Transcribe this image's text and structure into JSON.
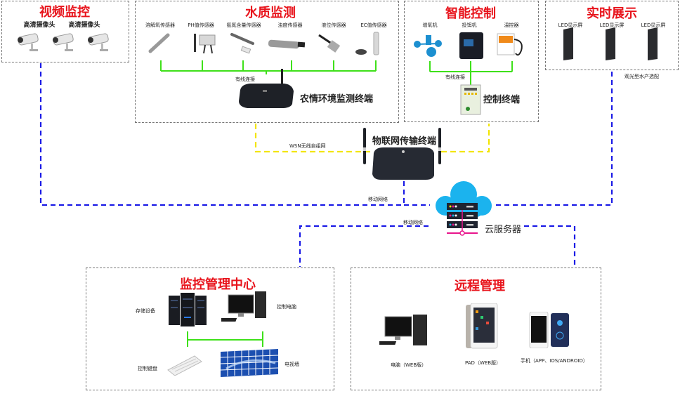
{
  "video": {
    "title": "视频监控",
    "cameras": [
      {
        "label": "高清摄像头",
        "icon": "camera-icon"
      },
      {
        "label": "高清摄像头",
        "icon": "camera-icon"
      },
      {
        "label": "",
        "icon": "camera-icon"
      }
    ]
  },
  "water": {
    "title": "水质监测",
    "sensors": [
      {
        "label": "溶解氧传感器",
        "icon": "probe-sensor-icon"
      },
      {
        "label": "PH值传感器",
        "icon": "ph-sensor-icon"
      },
      {
        "label": "氨氮含量传感器",
        "icon": "ammonia-sensor-icon"
      },
      {
        "label": "浊度传感器",
        "icon": "turbidity-sensor-icon"
      },
      {
        "label": "液位传感器",
        "icon": "level-sensor-icon"
      },
      {
        "label": "EC值传感器",
        "icon": "ec-sensor-icon"
      }
    ],
    "link_label": "有线连接",
    "terminal_label": "农情环境监测终端"
  },
  "control": {
    "title": "智能控制",
    "devices": [
      {
        "label": "增氧机",
        "icon": "aerator-icon"
      },
      {
        "label": "投饵机",
        "icon": "feeder-icon"
      },
      {
        "label": "温控器",
        "icon": "thermostat-icon"
      }
    ],
    "link_label": "有线连接",
    "terminal_label": "控制终端"
  },
  "display": {
    "title": "实时展示",
    "screens": [
      {
        "label": "LED显示屏"
      },
      {
        "label": "LED显示屏"
      },
      {
        "label": "LED显示屏"
      }
    ],
    "note": "观光型水产选配"
  },
  "network": {
    "wsn_label": "WSN无线自组网",
    "iot_terminal_label": "物联网传输终端",
    "mobile_label_1": "移动网络",
    "mobile_label_2": "移动网络",
    "cloud_label": "云服务器"
  },
  "center": {
    "title": "监控管理中心",
    "items": [
      {
        "label": "存储设备",
        "icon": "server-rack-icon"
      },
      {
        "label": "控制电脑",
        "icon": "desktop-computer-icon"
      },
      {
        "label": "控制键盘",
        "icon": "keyboard-icon"
      },
      {
        "label": "电视墙",
        "icon": "video-wall-icon"
      }
    ]
  },
  "remote": {
    "title": "远程管理",
    "items": [
      {
        "label": "电脑（WEB版）",
        "icon": "desktop-computer-icon"
      },
      {
        "label": "PAD（WEB版）",
        "icon": "tablet-icon"
      },
      {
        "label": "手机（APP、IOS/ANDROID）",
        "icon": "smartphone-icon"
      }
    ]
  },
  "colors": {
    "title_red": "#e8141c",
    "wired_green": "#3ee019",
    "wsn_yellow": "#f2e500",
    "mobile_blue": "#1a1ae6",
    "cloud_blue": "#1bb3ee",
    "server_pink": "#e8158c"
  }
}
